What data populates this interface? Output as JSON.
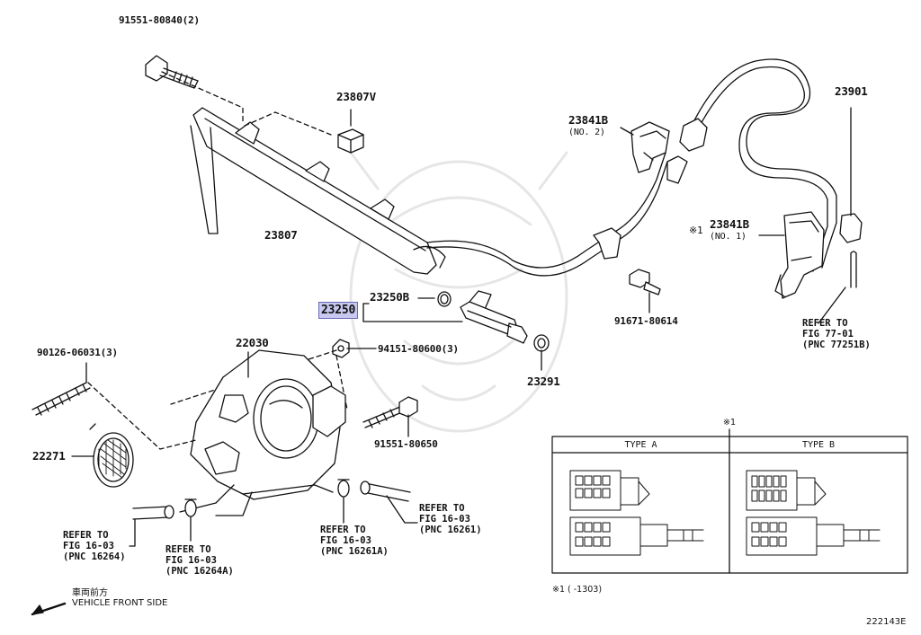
{
  "labels": {
    "p91551_80840": "91551-80840(2)",
    "p23807v": "23807V",
    "p23807": "23807",
    "p23841b_no2": "23841B",
    "p23841b_no2_sub": "(NO. 2)",
    "p23901": "23901",
    "p23841b_no1": "23841B",
    "p23841b_no1_sub": "(NO. 1)",
    "p23841b_no1_mark": "※1",
    "p91671_80614": "91671-80614",
    "p23250b": "23250B",
    "p23250": "23250",
    "p22030": "22030",
    "p94151_80600": "94151-80600(3)",
    "p23291": "23291",
    "p90126_06031": "90126-06031(3)",
    "p22271": "22271",
    "p91551_80650": "91551-80650"
  },
  "refs": [
    {
      "id": "ref_77_01",
      "lines": [
        "REFER TO",
        "FIG 77-01",
        "(PNC 77251B)"
      ]
    },
    {
      "id": "ref_16264",
      "lines": [
        "REFER TO",
        "FIG 16-03",
        "(PNC 16264)"
      ]
    },
    {
      "id": "ref_16264a",
      "lines": [
        "REFER TO",
        "FIG 16-03",
        "(PNC 16264A)"
      ]
    },
    {
      "id": "ref_16261a",
      "lines": [
        "REFER TO",
        "FIG 16-03",
        "(PNC 16261A)"
      ]
    },
    {
      "id": "ref_16261",
      "lines": [
        "REFER TO",
        "FIG 16-03",
        "(PNC 16261)"
      ]
    }
  ],
  "inset": {
    "mark": "※1",
    "type_a": "TYPE A",
    "type_b": "TYPE B",
    "footnote": "※1 (      -1303)"
  },
  "direction": {
    "jp": "車両前方",
    "en": "VEHICLE FRONT SIDE"
  },
  "diagram_code": "222143E",
  "colors": {
    "highlight": "#c8c8f0",
    "line": "#111111"
  }
}
